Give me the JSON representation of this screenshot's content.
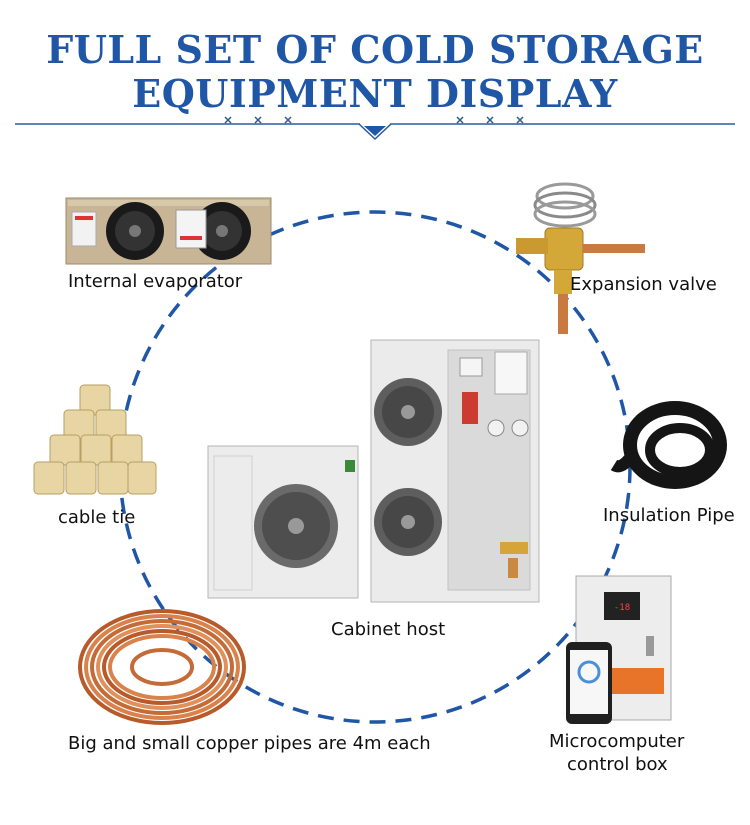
{
  "header": {
    "title_line1": "FULL SET OF COLD STORAGE",
    "title_line2": "EQUIPMENT DISPLAY",
    "accent_color": "#1f56a6"
  },
  "components": {
    "evaporator": "Internal evaporator",
    "expansion_valve": "Expansion valve",
    "cable_tie": "cable tie",
    "insulation_pipe": "Insulation Pipe",
    "cabinet_host": "Cabinet host",
    "copper_pipes": "Big and small copper pipes are 4m each",
    "control_box_line1": "Microcomputer",
    "control_box_line2": "control box"
  }
}
